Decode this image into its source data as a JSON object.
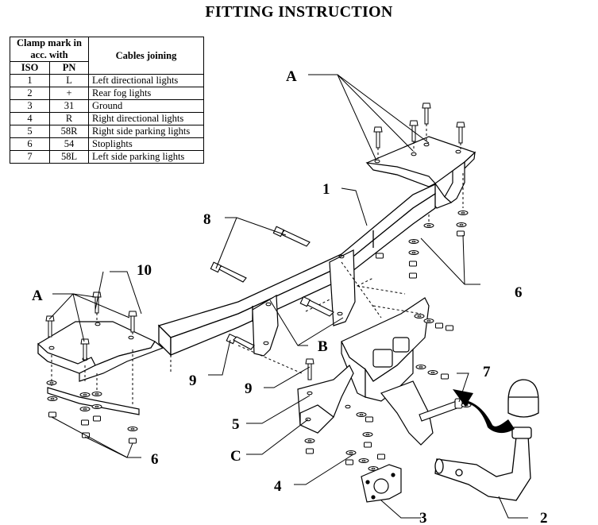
{
  "title": "FITTING INSTRUCTION",
  "table": {
    "header1": "Clamp mark in acc. with",
    "header2": "Cables joining",
    "sub_iso": "ISO",
    "sub_pn": "PN",
    "rows": [
      {
        "iso": "1",
        "pn": "L",
        "cable": "Left directional lights"
      },
      {
        "iso": "2",
        "pn": "+",
        "cable": "Rear fog lights"
      },
      {
        "iso": "3",
        "pn": "31",
        "cable": "Ground"
      },
      {
        "iso": "4",
        "pn": "R",
        "cable": "Right directional lights"
      },
      {
        "iso": "5",
        "pn": "58R",
        "cable": "Right side parking lights"
      },
      {
        "iso": "6",
        "pn": "54",
        "cable": "Stoplights"
      },
      {
        "iso": "7",
        "pn": "58L",
        "cable": "Left side parking lights"
      }
    ]
  },
  "labels": {
    "a_top": "A",
    "a_left": "A",
    "b": "B",
    "c": "C",
    "n1": "1",
    "n2": "2",
    "n3": "3",
    "n4": "4",
    "n5": "5",
    "n6_right": "6",
    "n6_left": "6",
    "n7": "7",
    "n8": "8",
    "n9_left": "9",
    "n9_mid": "9",
    "n10": "10"
  }
}
